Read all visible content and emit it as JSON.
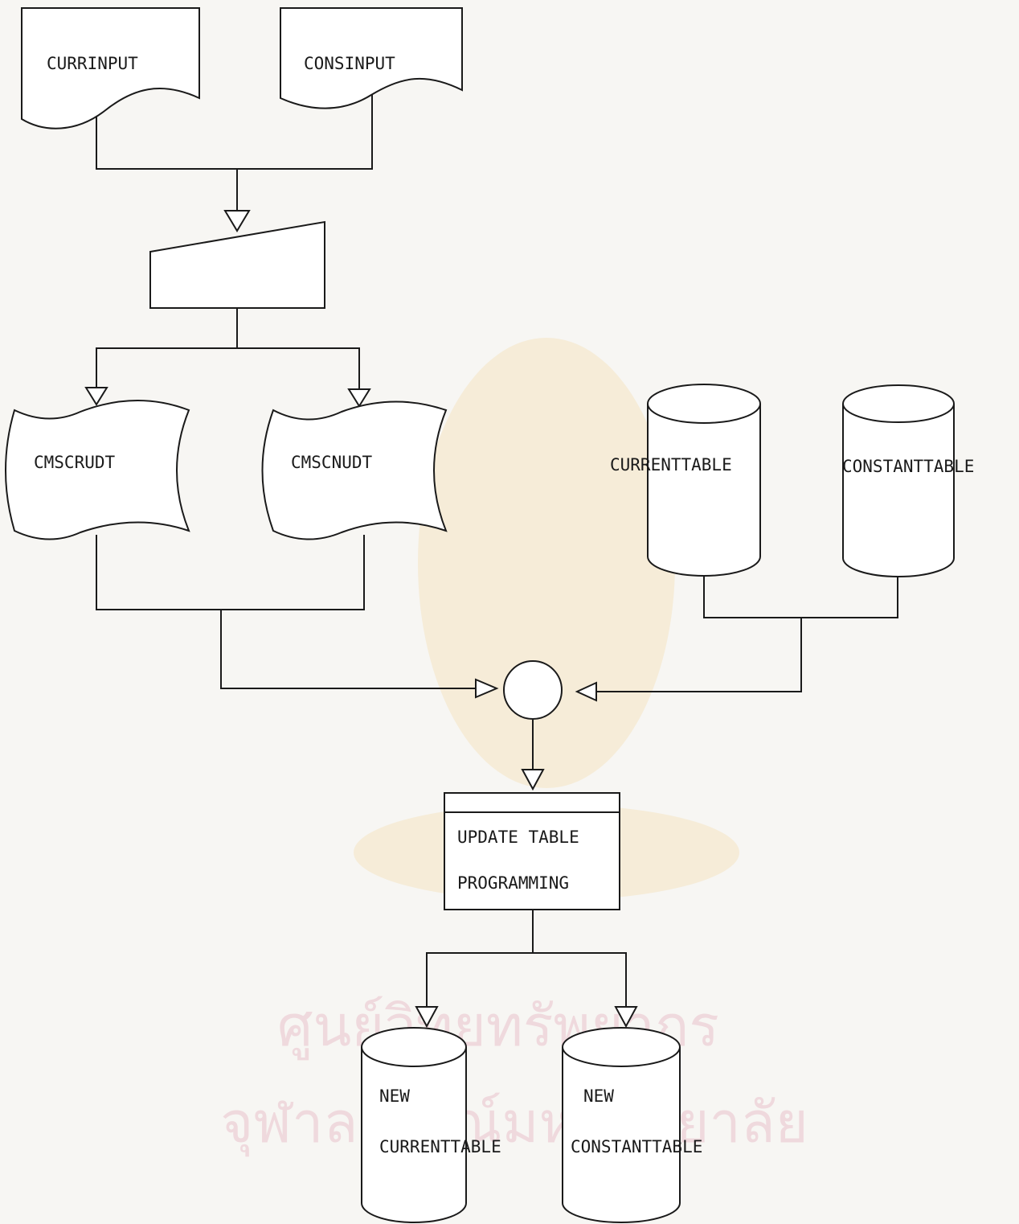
{
  "nodes": {
    "currinput": "CURRINPUT",
    "consinput": "CONSINPUT",
    "cmscrudt": "CMSCRUDT",
    "cmscnudt": "CMSCNUDT",
    "currenttable": "CURRENTTABLE",
    "constanttable": "CONSTANTTABLE",
    "update_line1": "UPDATE TABLE",
    "update_line2": "PROGRAMMING",
    "new_current_line1": "NEW",
    "new_current_line2": "CURRENTTABLE",
    "new_constant_line1": "NEW",
    "new_constant_line2": "CONSTANTTABLE"
  },
  "watermark": {
    "line1": "ศูนย์วิทยทรัพยากร",
    "line2": "จุฬาลงกรณ์มหาวิทยาลัย"
  },
  "colors": {
    "ink": "#1a1a1a",
    "paper": "#f7f6f3",
    "watermark_text": "#e6b8c4",
    "watermark_emblem": "#f3d9a6"
  }
}
